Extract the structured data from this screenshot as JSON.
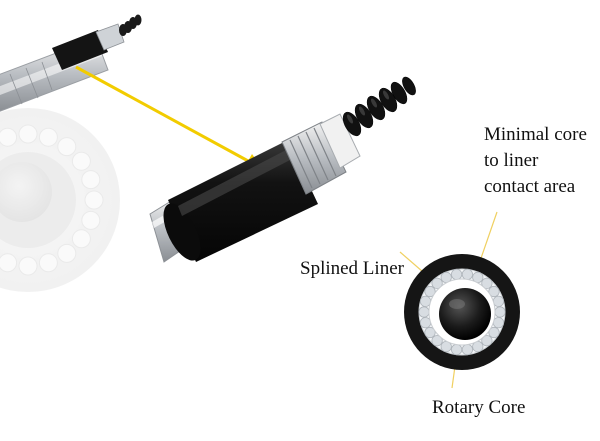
{
  "labels": {
    "minimal_contact": [
      "Minimal core",
      "to liner",
      "contact area"
    ],
    "splined_liner": "Splined Liner",
    "rotary_core": "Rotary Core"
  },
  "colors": {
    "pointer_arrow": "#f2cc00",
    "callout_line": "#f0d060",
    "jacket": "#151515",
    "liner_beads": "#d8dde2"
  }
}
